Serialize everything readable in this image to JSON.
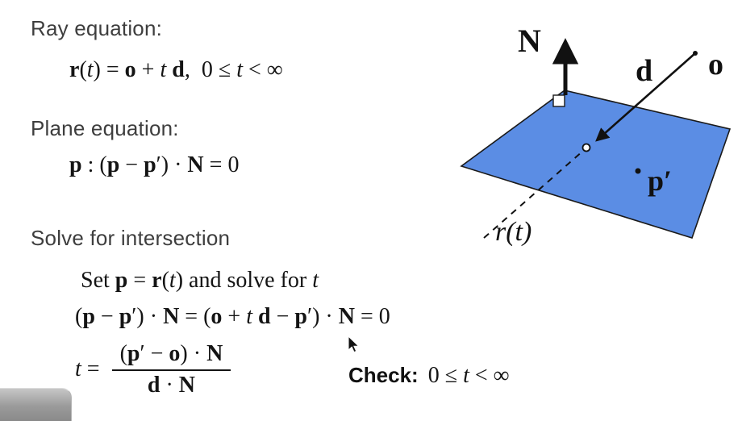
{
  "headings": {
    "ray": "Ray equation:",
    "plane": "Plane equation:",
    "solve": "Solve for intersection"
  },
  "math": {
    "ray_eq": [
      {
        "t": "r",
        "s": "bf"
      },
      {
        "t": "(",
        "s": "rm"
      },
      {
        "t": "t",
        "s": "it"
      },
      {
        "t": ") = ",
        "s": "rm"
      },
      {
        "t": "o",
        "s": "bf"
      },
      {
        "t": " + ",
        "s": "rm"
      },
      {
        "t": "t",
        "s": "it"
      },
      {
        "t": " ",
        "s": "rm"
      },
      {
        "t": "d",
        "s": "bf"
      },
      {
        "t": ",  0 ≤ ",
        "s": "rm"
      },
      {
        "t": "t",
        "s": "it"
      },
      {
        "t": " < ∞",
        "s": "rm"
      }
    ],
    "plane_eq": [
      {
        "t": "p",
        "s": "bf"
      },
      {
        "t": " : (",
        "s": "rm"
      },
      {
        "t": "p",
        "s": "bf"
      },
      {
        "t": " − ",
        "s": "rm"
      },
      {
        "t": "p",
        "s": "bf"
      },
      {
        "t": "′) · ",
        "s": "rm"
      },
      {
        "t": "N",
        "s": "bf"
      },
      {
        "t": " = 0",
        "s": "rm"
      }
    ],
    "set_line": [
      {
        "t": "Set ",
        "s": "rm"
      },
      {
        "t": "p",
        "s": "bf"
      },
      {
        "t": " = ",
        "s": "rm"
      },
      {
        "t": "r",
        "s": "bf"
      },
      {
        "t": "(",
        "s": "rm"
      },
      {
        "t": "t",
        "s": "it"
      },
      {
        "t": ") and solve for ",
        "s": "rm"
      },
      {
        "t": "t",
        "s": "it"
      }
    ],
    "expand_line": [
      {
        "t": "(",
        "s": "rm"
      },
      {
        "t": "p",
        "s": "bf"
      },
      {
        "t": " − ",
        "s": "rm"
      },
      {
        "t": "p",
        "s": "bf"
      },
      {
        "t": "′) · ",
        "s": "rm"
      },
      {
        "t": "N",
        "s": "bf"
      },
      {
        "t": " = (",
        "s": "rm"
      },
      {
        "t": "o",
        "s": "bf"
      },
      {
        "t": " + ",
        "s": "rm"
      },
      {
        "t": "t",
        "s": "it"
      },
      {
        "t": " ",
        "s": "rm"
      },
      {
        "t": "d",
        "s": "bf"
      },
      {
        "t": " − ",
        "s": "rm"
      },
      {
        "t": "p",
        "s": "bf"
      },
      {
        "t": "′) · ",
        "s": "rm"
      },
      {
        "t": "N",
        "s": "bf"
      },
      {
        "t": " = 0",
        "s": "rm"
      }
    ],
    "t_lhs": [
      {
        "t": "t",
        "s": "it"
      },
      {
        "t": " = ",
        "s": "rm"
      }
    ],
    "frac_num": [
      {
        "t": "(",
        "s": "rm"
      },
      {
        "t": "p",
        "s": "bf"
      },
      {
        "t": "′ − ",
        "s": "rm"
      },
      {
        "t": "o",
        "s": "bf"
      },
      {
        "t": ") · ",
        "s": "rm"
      },
      {
        "t": "N",
        "s": "bf"
      }
    ],
    "frac_den": [
      {
        "t": "d",
        "s": "bf"
      },
      {
        "t": " · ",
        "s": "rm"
      },
      {
        "t": "N",
        "s": "bf"
      }
    ],
    "check_label": "Check:",
    "check_expr": [
      {
        "t": "0 ≤ ",
        "s": "rm"
      },
      {
        "t": "t",
        "s": "it"
      },
      {
        "t": " < ∞",
        "s": "rm"
      }
    ]
  },
  "diagram": {
    "plane_fill": "#5b8de4",
    "label_N": "N",
    "label_d": "d",
    "label_o": "o",
    "label_p_prime": "p′",
    "label_r_t": "r(t)"
  }
}
